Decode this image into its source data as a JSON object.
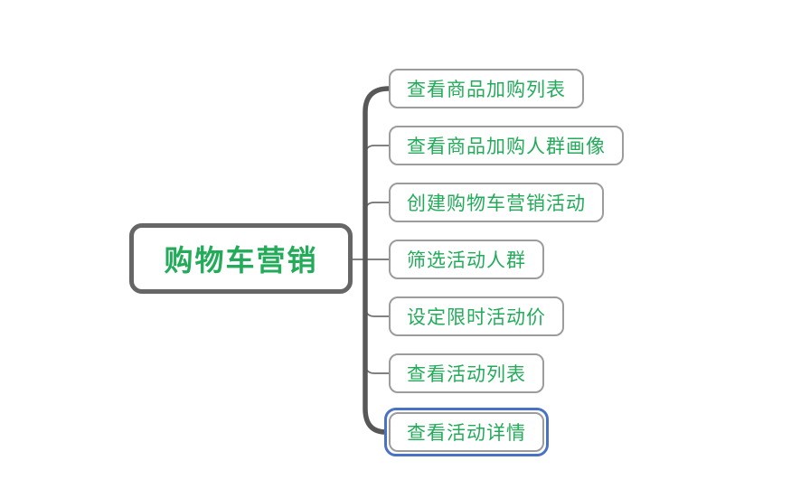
{
  "diagram": {
    "type": "mindmap",
    "root": {
      "label": "购物车营销"
    },
    "children": [
      {
        "label": "查看商品加购列表",
        "selected": false
      },
      {
        "label": "查看商品加购人群画像",
        "selected": false
      },
      {
        "label": "创建购物车营销活动",
        "selected": false
      },
      {
        "label": "筛选活动人群",
        "selected": false
      },
      {
        "label": "设定限时活动价",
        "selected": false
      },
      {
        "label": "查看活动列表",
        "selected": false
      },
      {
        "label": "查看活动详情",
        "selected": true
      }
    ]
  },
  "colors": {
    "background": "#ffffff",
    "topic_text": "#23ab5a",
    "root_border": "#666666",
    "child_border": "#9c9c9c",
    "branch_thick": "#585858",
    "branch_thin": "#707070",
    "selection": "#4a72c4"
  }
}
